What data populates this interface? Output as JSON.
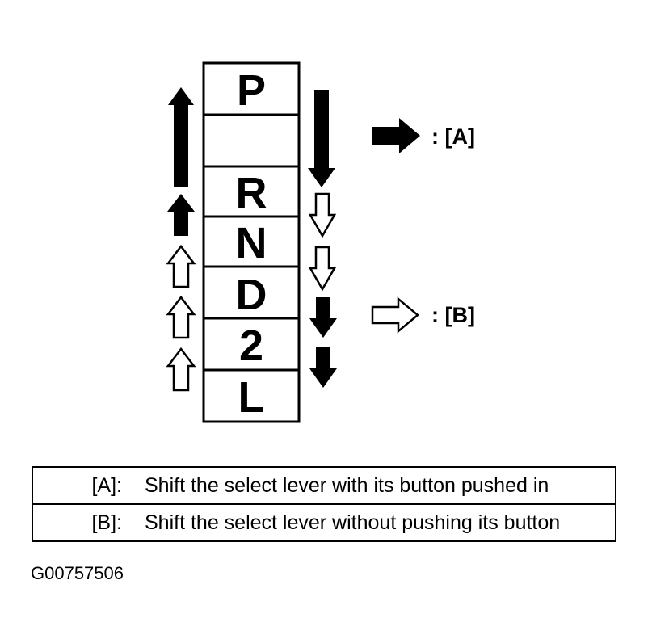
{
  "gears": [
    "P",
    "",
    "R",
    "N",
    "D",
    "2",
    "L"
  ],
  "legend_markers": {
    "solid": ": [A]",
    "hollow": ": [B]"
  },
  "legend_table": [
    {
      "key": "[A]:",
      "text": "Shift the select lever with its button pushed in"
    },
    {
      "key": "[B]:",
      "text": "Shift the select lever without pushing its button"
    }
  ],
  "figure_id": "G00757506",
  "arrow_types": {
    "solid": "solid-black-arrow",
    "hollow": "hollow-outline-arrow"
  }
}
